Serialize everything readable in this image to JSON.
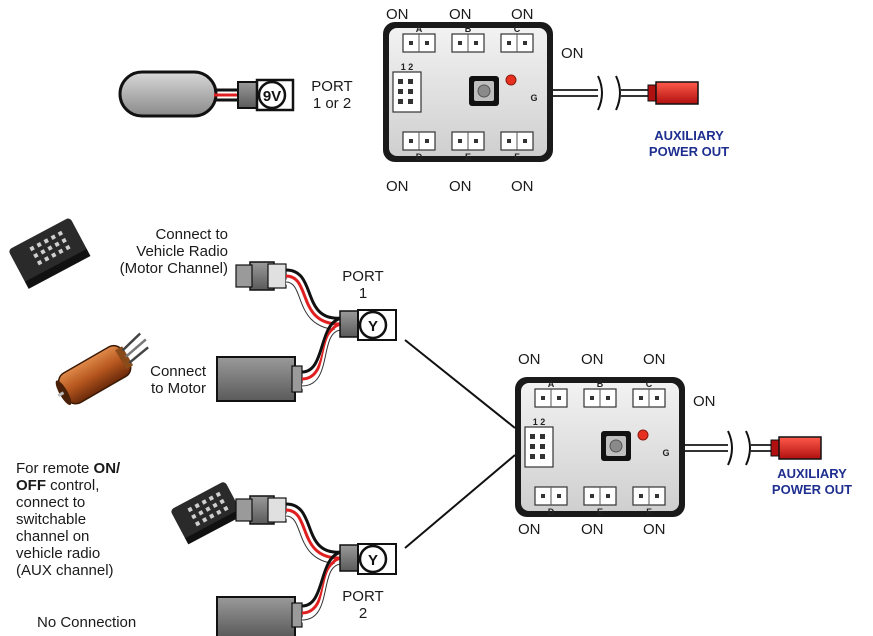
{
  "top": {
    "battery_label": "9V",
    "port_line1": "PORT",
    "port_line2": "1 or 2",
    "on_label": "ON",
    "aux_line1": "AUXILIARY",
    "aux_line2": "POWER OUT"
  },
  "hub": {
    "letters_top": [
      "A",
      "B",
      "C"
    ],
    "letters_bottom": [
      "D",
      "E",
      "F"
    ],
    "port_numbers": "1 2",
    "g_label": "G"
  },
  "bottom": {
    "connect_radio_line1": "Connect to",
    "connect_radio_line2": "Vehicle Radio",
    "connect_radio_line3": "(Motor Channel)",
    "connect_motor_line1": "Connect",
    "connect_motor_line2": "to Motor",
    "port1_line1": "PORT",
    "port1_line2": "1",
    "port2_line1": "PORT",
    "port2_line2": "2",
    "y_label": "Y",
    "switch_pre": "For remote ",
    "switch_on": "ON/",
    "switch_off": "OFF",
    "switch_post1": " control,",
    "switch_lines": [
      "connect to",
      "switchable",
      "channel on",
      "vehicle radio",
      "(AUX channel)"
    ],
    "no_connection": "No Connection",
    "on_label": "ON",
    "aux_line1": "AUXILIARY",
    "aux_line2": "POWER OUT"
  },
  "colors": {
    "aux_text": "#1f2f8f",
    "connector_red": "#e02020",
    "motor_copper": "#b5561e",
    "led_red": "#e83020"
  }
}
